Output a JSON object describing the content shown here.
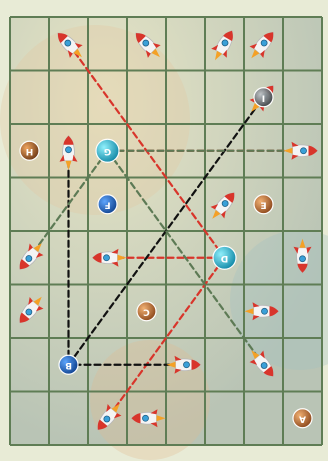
{
  "board": {
    "columns": 8,
    "rows": 8,
    "grid_color": "#5f7d55",
    "background_color": "#c9cfc0"
  },
  "colors": {
    "red_path": "#d8352b",
    "black_path": "#111111",
    "green_path": "#5d7a55"
  },
  "orbs": [
    {
      "label": "I",
      "kind": "gray",
      "col": 6,
      "row": 1
    },
    {
      "label": "H",
      "kind": "brown",
      "col": 0,
      "row": 2
    },
    {
      "label": "G",
      "kind": "teal",
      "col": 2,
      "row": 2
    },
    {
      "label": "F",
      "kind": "blue",
      "col": 2,
      "row": 3
    },
    {
      "label": "E",
      "kind": "bronze",
      "col": 6,
      "row": 3
    },
    {
      "label": "D",
      "kind": "teal",
      "col": 5,
      "row": 4
    },
    {
      "label": "C",
      "kind": "bronze",
      "col": 3,
      "row": 5
    },
    {
      "label": "B",
      "kind": "blue",
      "col": 1,
      "row": 6
    },
    {
      "label": "A",
      "kind": "bronze",
      "col": 7,
      "row": 7
    }
  ],
  "rockets": [
    {
      "col": 1,
      "row": 0,
      "angle": -45
    },
    {
      "col": 3,
      "row": 0,
      "angle": -45
    },
    {
      "col": 5,
      "row": 0,
      "angle": 30
    },
    {
      "col": 6,
      "row": 0,
      "angle": 40
    },
    {
      "col": 6,
      "row": 1,
      "angle": 40
    },
    {
      "col": 1,
      "row": 2,
      "angle": 0
    },
    {
      "col": 7,
      "row": 2,
      "angle": 90
    },
    {
      "col": 5,
      "row": 3,
      "angle": 40
    },
    {
      "col": 0,
      "row": 4,
      "angle": 220
    },
    {
      "col": 2,
      "row": 4,
      "angle": 270
    },
    {
      "col": 7,
      "row": 4,
      "angle": 180
    },
    {
      "col": 0,
      "row": 5,
      "angle": 220
    },
    {
      "col": 6,
      "row": 5,
      "angle": 90
    },
    {
      "col": 4,
      "row": 6,
      "angle": 90
    },
    {
      "col": 6,
      "row": 6,
      "angle": 140
    },
    {
      "col": 2,
      "row": 7,
      "angle": 220
    },
    {
      "col": 3,
      "row": 7,
      "angle": 270
    }
  ],
  "paths": [
    {
      "color": "red",
      "points": [
        [
          1,
          0
        ],
        [
          5,
          4
        ]
      ]
    },
    {
      "color": "red",
      "points": [
        [
          5,
          4
        ],
        [
          2,
          7
        ]
      ]
    },
    {
      "color": "red",
      "points": [
        [
          2,
          4
        ],
        [
          5,
          4
        ]
      ]
    },
    {
      "color": "red",
      "points": [
        [
          2,
          2
        ],
        [
          7,
          2
        ]
      ]
    },
    {
      "color": "black",
      "points": [
        [
          1,
          6
        ],
        [
          6,
          1
        ]
      ]
    },
    {
      "color": "black",
      "points": [
        [
          1,
          2
        ],
        [
          1,
          6
        ],
        [
          4,
          6
        ]
      ]
    },
    {
      "color": "green",
      "points": [
        [
          2,
          2
        ],
        [
          0,
          4
        ]
      ]
    },
    {
      "color": "green",
      "points": [
        [
          2,
          2
        ],
        [
          7,
          2
        ]
      ]
    },
    {
      "color": "green",
      "points": [
        [
          2,
          2
        ],
        [
          6,
          6
        ]
      ]
    }
  ]
}
